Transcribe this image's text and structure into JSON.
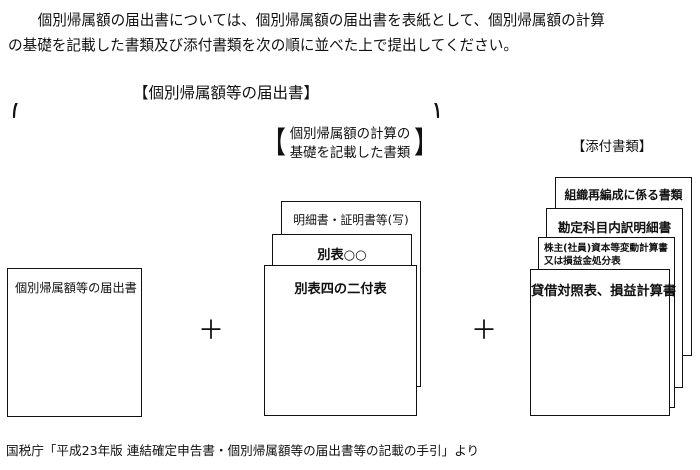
{
  "intro": {
    "line1": "　個別帰属額の届出書については、個別帰属額の届出書を表紙として、個別帰属額の計算",
    "line2": "の基礎を記載した書類及び添付書類を次の順に並べた上で提出してください。"
  },
  "bracket": {
    "label": "【個別帰属額等の届出書】"
  },
  "captions": {
    "middle_bracket_open": "【",
    "middle_line1": "個別帰属額の計算の",
    "middle_line2": "基礎を記載した書類",
    "middle_bracket_close": "】",
    "right": "【添付書類】"
  },
  "documents": {
    "left": {
      "label": "個別帰属額等の届出書"
    },
    "middle_stack": [
      {
        "label": "明細書・証明書等(写)"
      },
      {
        "label": "別表○○"
      },
      {
        "label": "別表四の二付表"
      }
    ],
    "right_stack": [
      {
        "label": "組織再編成に係る書類"
      },
      {
        "label": "勘定科目内訳明細書"
      },
      {
        "label_line1": "株主(社員)資本等変動計算書",
        "label_line2": "又は損益金処分表"
      },
      {
        "label": "貸借対照表、損益計算書"
      }
    ]
  },
  "operators": {
    "plus_1": "＋",
    "plus_2": "＋"
  },
  "footer": {
    "source": "国税庁「平成23年版 連結確定申告書・個別帰属額等の届出書等の記載の手引」より"
  }
}
